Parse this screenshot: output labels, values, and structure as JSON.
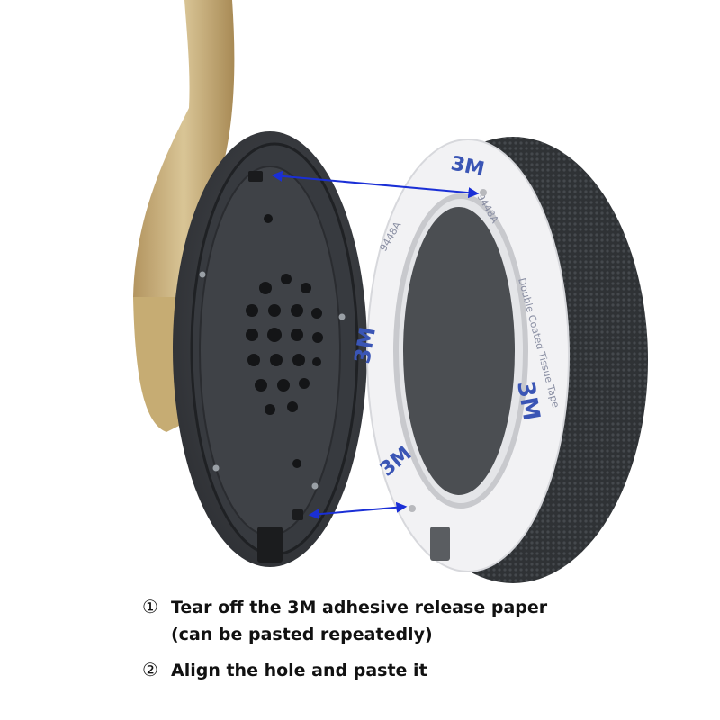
{
  "instructions": {
    "step1": {
      "number": "①",
      "line1": "Tear off the 3M adhesive release paper",
      "line2": "(can be pasted repeatedly)"
    },
    "step2": {
      "number": "②",
      "text": "Align the hole and paste it"
    }
  },
  "pad_print": {
    "brand": "3M",
    "code": "9448A",
    "tape_text": "Double Coated Tissue Tape"
  },
  "colors": {
    "arrow": "#1a2fd6",
    "headband": "#c9b07a",
    "cup": "#3c3f44",
    "pad_fabric": "#2e3134",
    "liner": "#f2f2f4",
    "text": "#111111"
  }
}
